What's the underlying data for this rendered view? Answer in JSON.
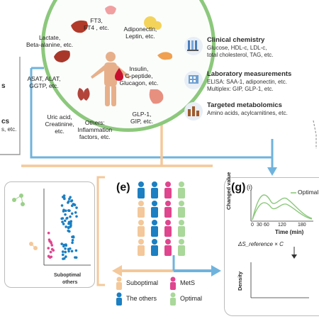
{
  "organs": {
    "liver_top": "Lactate,\nBeta-alanine, etc.",
    "thyroid": "FT3,\nFT4 , etc.",
    "adipose": "Adiponectin,\nLeptin, etc.",
    "liver_left": "ASAT, ALAT,\nGGTP, etc.",
    "pancreas": "Insulin,\nC-peptide,\nGlucagon, etc.",
    "kidney": "Uric acid,\nCreatinine,\netc.",
    "gut": "GLP-1,\nGIP, etc.",
    "others": "Others:\nInflammation\nfactors, etc."
  },
  "left_edge": {
    "frag1": "s",
    "frag2": "cs",
    "frag3": "s, etc."
  },
  "measurements": [
    {
      "title": "Clinical chemistry",
      "sub": "Glucose, HDL-c, LDL-c,\ntotal cholesterol, TAG, etc."
    },
    {
      "title": "Laboratory measurements",
      "sub": "ELISA: SAA-1, adiponectin, etc.\nMultiplex: GIP, GLP-1, etc."
    },
    {
      "title": "Targeted metabolomics",
      "sub": "Amino acids, acylcarnitines, etc."
    }
  ],
  "panel_e": {
    "label": "(e)",
    "legend": [
      "Suboptimal",
      "MetS",
      "The others",
      "Optimal"
    ]
  },
  "panel_left": {
    "label1": "Suboptimal",
    "label2": "others"
  },
  "panel_g": {
    "label": "(g)",
    "sub": "(i)",
    "legend": "Optimal",
    "ylabel": "Changed value",
    "xlabel": "Time (min)",
    "xticks": [
      "0",
      "30",
      "60",
      "120",
      "180"
    ],
    "formula": "ΔS_reference × C",
    "density": "Density"
  },
  "colors": {
    "green_circle": "#8cc87c",
    "suboptimal": "#f4c89a",
    "mets": "#e0458f",
    "others": "#1b7fc2",
    "optimal": "#a9d89a",
    "arrow_blue": "#6fb3dd"
  }
}
